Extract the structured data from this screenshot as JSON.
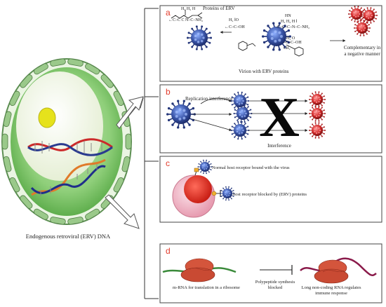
{
  "cell": {
    "caption": "Endogenous retroviral (ERV) DNA"
  },
  "panels": {
    "a": {
      "letter": "a",
      "proteins_label": "Proteins of ERV",
      "virion_label": "Virion with ERV proteins",
      "complementary_line1": "Complementary in",
      "complementary_line2": "a negative manner"
    },
    "b": {
      "letter": "b",
      "replication_label": "Replication interference",
      "interference_label": "Interference",
      "x_mark": "X"
    },
    "c": {
      "letter": "c",
      "normal_label": "Normal host receptor bound with the virus",
      "blocked_label": "host receptor blocked by (ERV) proteins"
    },
    "d": {
      "letter": "d",
      "mrna_label": "m-RNA for translation in a ribosome",
      "blocked_line1": "Polypeptide synthesis",
      "blocked_line2": "blocked",
      "lnc_line1": "Long non-coding RNA regulates",
      "lnc_line2": "immune response"
    }
  },
  "colors": {
    "virus_blue": "#3a55a8",
    "virus_red": "#d42a2a",
    "cell_green": "#7cc36a",
    "cell_wall": "#5c8f52",
    "nucleus_cream": "#f5f1d8",
    "yolk": "#e6e21c",
    "ribosome": "#d4553c",
    "accent_red": "#e23b2b"
  },
  "icons": [
    "virus-icon",
    "arrow-icon",
    "cross-icon",
    "receptor-icon",
    "ribosome-icon",
    "inhibition-icon"
  ]
}
